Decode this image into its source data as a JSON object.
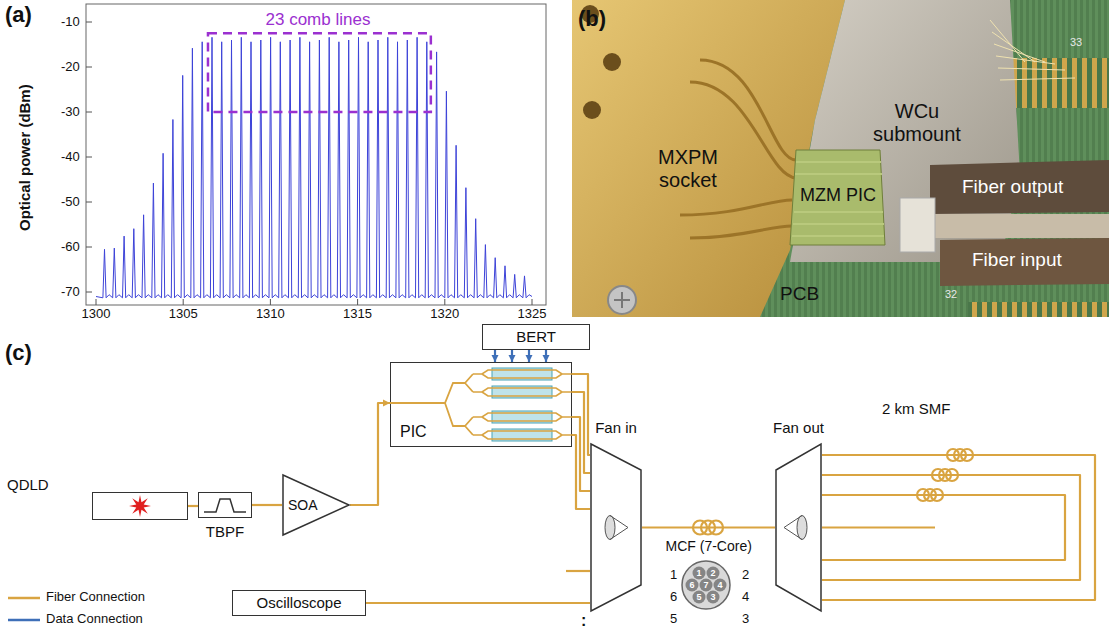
{
  "diagram": {
    "nodes": [
      {
        "text": [
          "QDLD"
        ]
      },
      {
        "text": [
          "TBPF"
        ]
      },
      {
        "text": [
          "SOA"
        ]
      },
      {
        "text": [
          "BERT"
        ]
      },
      {
        "text": [
          "PIC"
        ]
      },
      {
        "text": [
          "Fan in"
        ]
      },
      {
        "text": [
          "Fan out"
        ]
      },
      {
        "text": [
          "Oscilloscope"
        ]
      }
    ],
    "edges": [
      {
        "from": 0,
        "to": 1,
        "arrow": "none"
      },
      {
        "from": 1,
        "to": 2,
        "arrow": "none"
      },
      {
        "from": 2,
        "to": 4,
        "arrow": "to"
      },
      {
        "from": 3,
        "to": 4,
        "arrow": "to"
      },
      {
        "from": 3,
        "to": 4,
        "arrow": "to"
      },
      {
        "from": 3,
        "to": 4,
        "arrow": "to"
      },
      {
        "from": 3,
        "to": 4,
        "arrow": "to"
      },
      {
        "from": 4,
        "to": 5,
        "arrow": "none"
      },
      {
        "from": 4,
        "to": 5,
        "arrow": "none"
      },
      {
        "from": 4,
        "to": 5,
        "arrow": "none"
      },
      {
        "from": 4,
        "to": 5,
        "arrow": "none"
      },
      {
        "from": 5,
        "to": 6,
        "arrow": "none",
        "label": "MCF (7-Core)"
      },
      {
        "from": 7,
        "to": 5,
        "arrow": "none"
      }
    ],
    "labels": [
      "(a)",
      "23 comb lines",
      "Optical power (dBm)",
      "-10",
      "-20",
      "-30",
      "-40",
      "-50",
      "-60",
      "-70",
      "1300",
      "1305",
      "1310",
      "1315",
      "1320",
      "1325",
      "(b)",
      "MXPM socket",
      "WCu submount",
      "MZM PIC",
      "Fiber output",
      "Fiber input",
      "PCB",
      "33",
      "32",
      "(c)",
      "2 km SMF",
      "1",
      "2",
      "6",
      "4",
      "5",
      "3",
      "1",
      "2",
      "6",
      "7",
      "4",
      "5",
      "3",
      ":"
    ],
    "legend": [
      {
        "text": "Fiber Connection"
      },
      {
        "text": "Data Connection"
      }
    ]
  }
}
